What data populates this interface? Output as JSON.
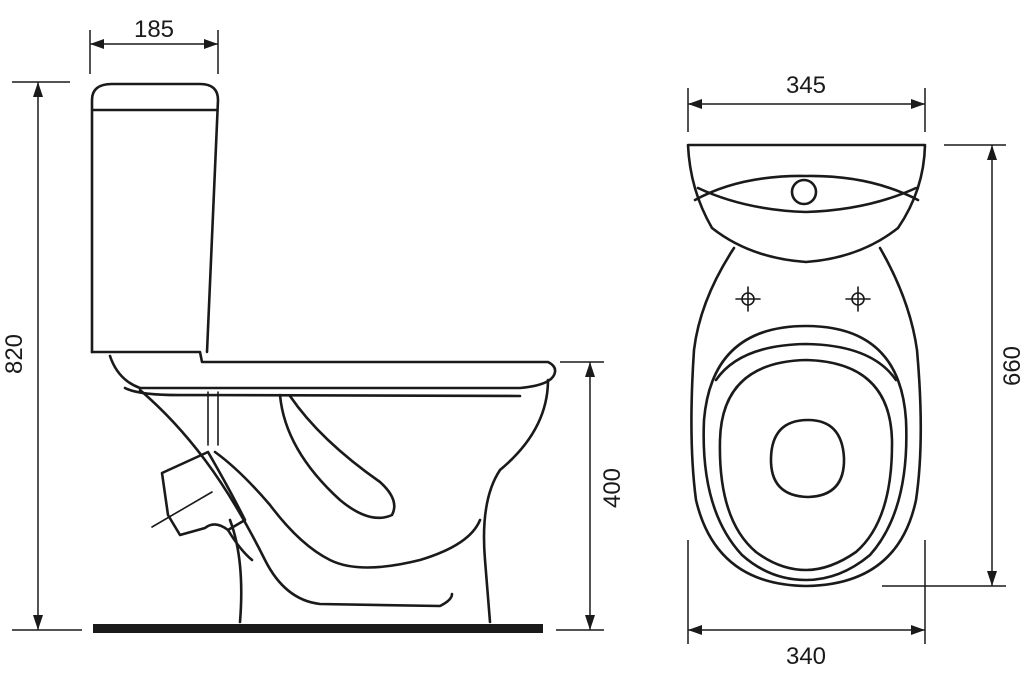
{
  "dimensions": {
    "tank_depth": "185",
    "total_height": "820",
    "seat_height": "400",
    "top_width": "345",
    "total_depth": "660",
    "bowl_width": "340"
  },
  "colors": {
    "ink": "#1a1a1a",
    "background": "#ffffff"
  }
}
